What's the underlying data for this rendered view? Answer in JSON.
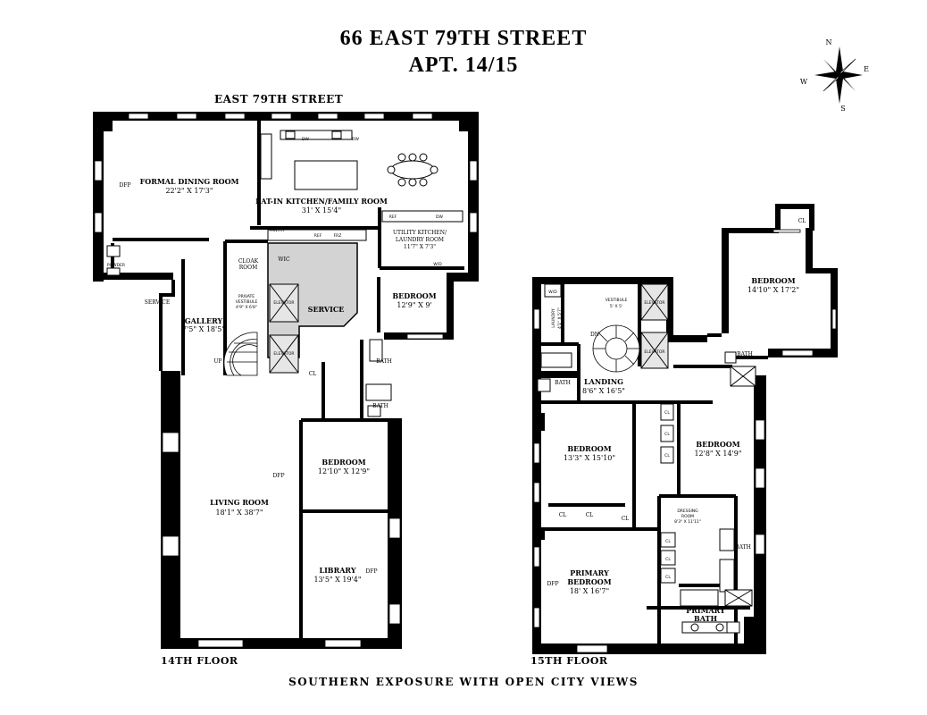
{
  "title": {
    "address": "66 EAST 79TH STREET",
    "unit": "APT. 14/15"
  },
  "street_label": "EAST 79TH STREET",
  "compass": {
    "n": "N",
    "s": "S",
    "e": "E",
    "w": "W"
  },
  "footer": "SOUTHERN EXPOSURE WITH OPEN CITY VIEWS",
  "floor14": {
    "label": "14TH FLOOR",
    "rooms": {
      "formal_dining": {
        "name": "FORMAL DINING ROOM",
        "dims": "22'2\" X 17'3\""
      },
      "kitchen": {
        "name": "EAT-IN KITCHEN/FAMILY ROOM",
        "dims": "31' X 15'4\""
      },
      "utility": {
        "name1": "UTILITY KITCHEN/",
        "name2": "LAUNDRY ROOM",
        "dims": "11'7\" X 7'3\""
      },
      "cloak": {
        "name1": "CLOAK",
        "name2": "ROOM"
      },
      "wic": "WIC",
      "private_vestibule": {
        "name1": "PRIVATE",
        "name2": "VESTIBULE",
        "dims": "4'9\" X 6'8\""
      },
      "service_room": "SERVICE",
      "service_entry": "SERVICE",
      "powder": "POWDER",
      "gallery": {
        "name": "GALLERY",
        "dims": "7'5\" X 18'5\""
      },
      "bedroom_a": {
        "name": "BEDROOM",
        "dims": "12'9\" X 9'"
      },
      "bath_a": "BATH",
      "bath_b": "BATH",
      "bedroom_b": {
        "name": "BEDROOM",
        "dims": "12'10\" X 12'9\""
      },
      "living": {
        "name": "LIVING ROOM",
        "dims": "18'1\" X 38'7\""
      },
      "library": {
        "name": "LIBRARY",
        "dims": "13'5\" X 19'4\""
      }
    },
    "fixtures": {
      "dfp": "DFP",
      "dw": "DW",
      "ref": "REF",
      "frz": "FRZ",
      "wd": "W/D",
      "cl": "CL",
      "up": "UP",
      "elevator": "ELEVATOR",
      "pantry": "PANTRY"
    }
  },
  "floor15": {
    "label": "15TH FLOOR",
    "rooms": {
      "bedroom_ne": {
        "name": "BEDROOM",
        "dims": "14'10\" X 17'2\""
      },
      "vestibule": {
        "name": "VESTIBULE",
        "dims": "5' X 5'"
      },
      "laundry": {
        "name": "LAUNDRY",
        "dims": "4'1\" X 5'7\""
      },
      "landing": {
        "name": "LANDING",
        "dims": "8'6\" X 16'5\""
      },
      "bath_w": "BATH",
      "bath_ne": "BATH",
      "bedroom_w": {
        "name": "BEDROOM",
        "dims": "13'3\" X 15'10\""
      },
      "bedroom_e": {
        "name": "BEDROOM",
        "dims": "12'8\" X 14'9\""
      },
      "dressing": {
        "name1": "DRESSING",
        "name2": "ROOM",
        "dims": "8'3\" X 11'11\""
      },
      "bath_se": "BATH",
      "primary_bedroom": {
        "name1": "PRIMARY",
        "name2": "BEDROOM",
        "dims": "18' X 16'7\""
      },
      "primary_bath": {
        "name1": "PRIMARY",
        "name2": "BATH"
      }
    },
    "fixtures": {
      "dfp": "DFP",
      "cl": "CL",
      "wd": "W/D",
      "dn": "DN",
      "elevator": "ELEVATOR"
    }
  }
}
